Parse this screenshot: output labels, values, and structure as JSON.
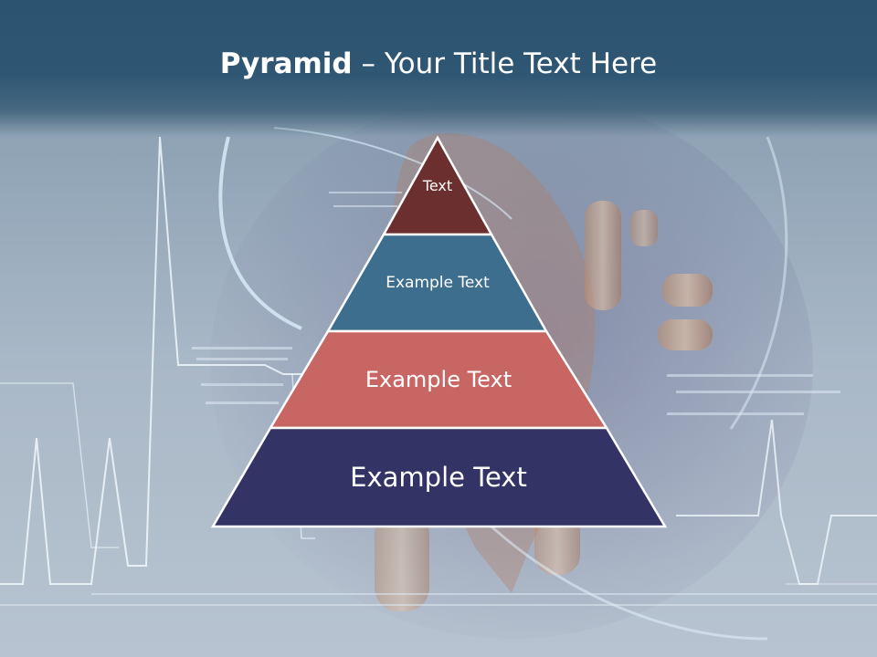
{
  "slide": {
    "title_bold": "Pyramid",
    "title_rest": " – Your Title Text Here"
  },
  "pyramid": {
    "tiers": [
      {
        "label": "Text",
        "color": "#6b2f2f"
      },
      {
        "label": "Example Text",
        "color": "#3d6e8e"
      },
      {
        "label": "Example Text",
        "color": "#c86664"
      },
      {
        "label": "Example Text",
        "color": "#333366"
      }
    ]
  }
}
